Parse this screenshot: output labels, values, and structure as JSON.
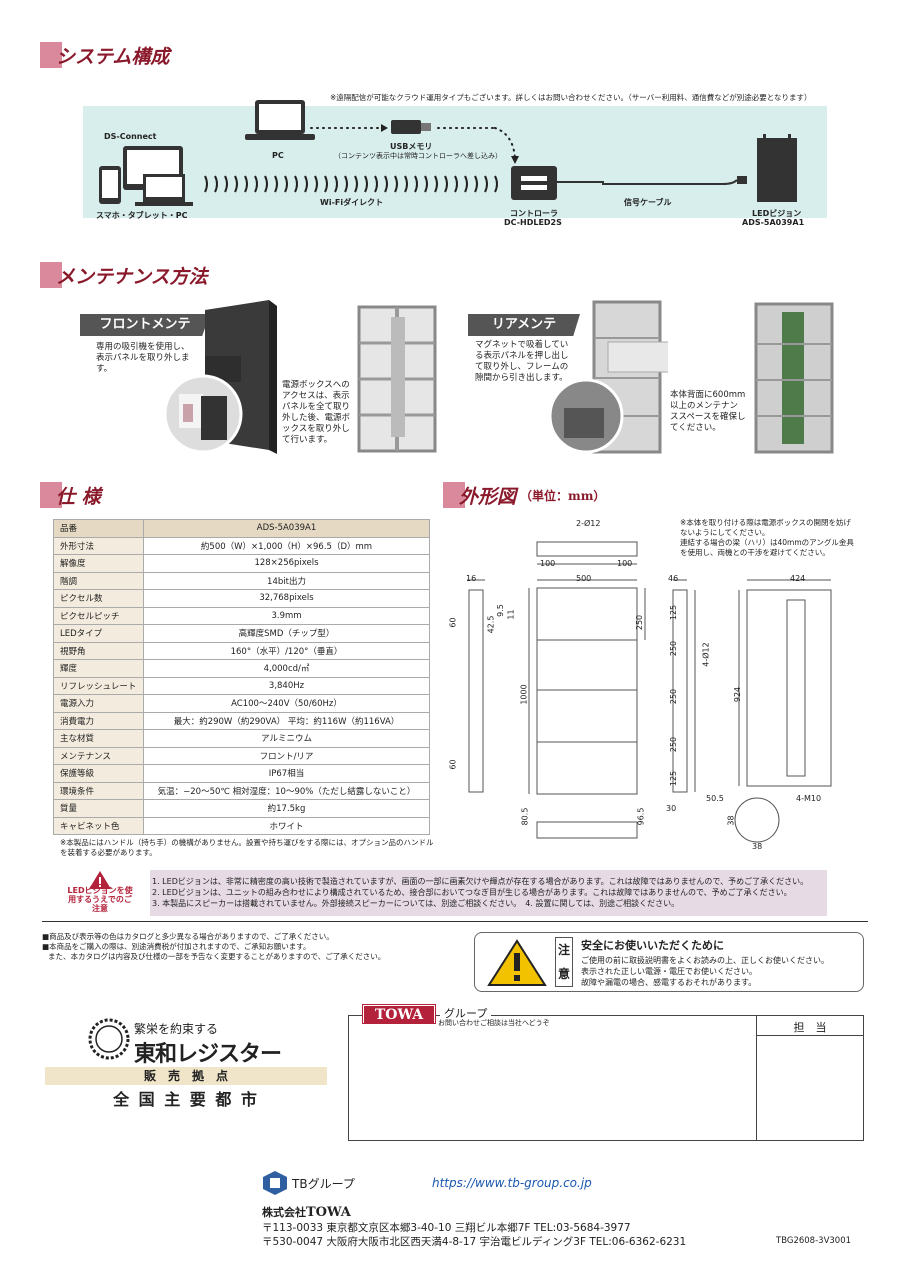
{
  "sections": {
    "system": "システム構成",
    "maintenance": "メンテナンス方法",
    "spec": "仕 様",
    "outline": "外形図",
    "outline_unit": "（単位：mm）"
  },
  "system": {
    "cloud_note": "※遠隔配信が可能なクラウド運用タイプもございます。詳しくはお問い合わせください。（サーバー利用料、通信費などが別途必要となります）",
    "ds_connect": "DS-Connect",
    "mobile_label": "スマホ・タブレット・PC",
    "pc_label": "PC",
    "usb_label": "USBメモリ",
    "usb_note": "（コンテンツ表示中は常時コントローラへ差し込み）",
    "wifi_label": "Wi-Fiダイレクト",
    "controller_label": "コントローラ",
    "controller_model": "DC-HDLED2S",
    "cable_label": "信号ケーブル",
    "led_label": "LEDビジョン",
    "led_model": "ADS-5A039A1"
  },
  "maintenance": {
    "front_tag": "フロントメンテ",
    "front_text": "専用の吸引機を使用し、表示パネルを取り外します。",
    "front_text2": "電源ボックスへのアクセスは、表示パネルを全て取り外した後、電源ボックスを取り外して行います。",
    "rear_tag": "リアメンテ",
    "rear_text": "マグネットで吸着している表示パネルを押し出して取り外し、フレームの隙間から引き出します。",
    "rear_text2": "本体背面に600mm以上のメンテナンススペースを確保してください。"
  },
  "spec": {
    "rows": [
      {
        "k": "品番",
        "v": "ADS-5A039A1"
      },
      {
        "k": "外形寸法",
        "v": "約500（W）×1,000（H）×96.5（D）mm"
      },
      {
        "k": "解像度",
        "v": "128×256pixels"
      },
      {
        "k": "階調",
        "v": "14bit出力"
      },
      {
        "k": "ピクセル数",
        "v": "32,768pixels"
      },
      {
        "k": "ピクセルピッチ",
        "v": "3.9mm"
      },
      {
        "k": "LEDタイプ",
        "v": "高輝度SMD（チップ型）"
      },
      {
        "k": "視野角",
        "v": "160°（水平）/120°（垂直）"
      },
      {
        "k": "輝度",
        "v": "4,000cd/㎡"
      },
      {
        "k": "リフレッシュレート",
        "v": "3,840Hz"
      },
      {
        "k": "電源入力",
        "v": "AC100〜240V（50/60Hz）"
      },
      {
        "k": "消費電力",
        "v": "最大：約290W（約290VA） 平均：約116W（約116VA）"
      },
      {
        "k": "主な材質",
        "v": "アルミニウム"
      },
      {
        "k": "メンテナンス",
        "v": "フロント/リア"
      },
      {
        "k": "保護等級",
        "v": "IP67相当"
      },
      {
        "k": "環境条件",
        "v": "気温：−20〜50℃ 相対湿度：10〜90%（ただし結露しないこと）"
      },
      {
        "k": "質量",
        "v": "約17.5kg"
      },
      {
        "k": "キャビネット色",
        "v": "ホワイト"
      }
    ],
    "note": "※本製品にはハンドル（持ち手）の機構がありません。設置や持ち運びをする際には、オプション品のハンドルを装着する必要があります。"
  },
  "outline": {
    "note1": "※本体を取り付ける際は電源ボックスの開閉を妨げないようにしてください。",
    "note2": "連結する場合の梁（ハリ）は40mmのアングル金具を使用し、両機との干渉を避けてください。",
    "d_2phi12": "2-Ø12",
    "d_100a": "100",
    "d_100b": "100",
    "d_16": "16",
    "d_500": "500",
    "d_46": "46",
    "d_424": "424",
    "d_60a": "60",
    "d_60b": "60",
    "d_425": "42.5",
    "d_95": "9.5",
    "d_11": "11",
    "d_250a": "250",
    "d_1000": "1000",
    "d_125a": "125",
    "d_250b": "250",
    "d_250c": "250",
    "d_250d": "250",
    "d_125b": "125",
    "d_4phi12": "4-Ø12",
    "d_924": "924",
    "d_30": "30",
    "d_505": "50.5",
    "d_4m10": "4-M10",
    "d_805": "80.5",
    "d_965": "96.5",
    "d_38a": "38",
    "d_38b": "38"
  },
  "caution": {
    "icon_label": "LEDビジョンを使用するうえでのご注意",
    "line1": "1. LEDビジョンは、非常に精密度の高い技術で製造されていますが、画面の一部に画素欠けや輝点が存在する場合があります。これは故障ではありませんので、予めご了承ください。",
    "line2": "2. LEDビジョンは、ユニットの組み合わせにより構成されているため、接合部においてつなぎ目が生じる場合があります。これは故障ではありませんので、予めご了承ください。",
    "line3": "3. 本製品にスピーカーは搭載されていません。外部接続スピーカーについては、別途ご相談ください。　4. 設置に関しては、別途ご相談ください。"
  },
  "footnotes": {
    "l1": "■商品及び表示等の色はカタログと多少異なる場合がありますので、ご了承ください。",
    "l2": "■本商品をご購入の際は、別途消費税が付加されますので、ご承知お願います。",
    "l3": "また、本カタログは内容及び仕様の一部を予告なく変更することがありますので、ご了承ください。"
  },
  "safety": {
    "c1": "注",
    "c2": "意",
    "title": "安全にお使いいただくために",
    "l1": "ご使用の前に取扱説明書をよくお読みの上、正しくお使いください。",
    "l2": "表示された正しい電源・電圧でお使いください。",
    "l3": "故障や漏電の場合、感電するおそれがあります。"
  },
  "company": {
    "slogan": "繁栄を約束する",
    "logo_text": "東和レジスター",
    "sales_header": "販　売　拠　点",
    "sales_areas": "全 国 主 要 都 市",
    "towa_badge": "TOWA",
    "group": "グループ",
    "contact_note": "お問い合わせご相談は当社へどうぞ",
    "tanto": "担　当",
    "tb_group": "TBグループ",
    "url": "https://www.tb-group.co.jp",
    "kabu": "株式会社",
    "towa": "TOWA",
    "addr1": "〒113-0033 東京都文京区本郷3-40-10 三翔ビル本郷7F TEL:03-5684-3977",
    "addr2": "〒530-0047 大阪府大阪市北区西天満4-8-17 宇治電ビルディング3F TEL:06-6362-6231",
    "code": "TBG2608-3V3001"
  }
}
